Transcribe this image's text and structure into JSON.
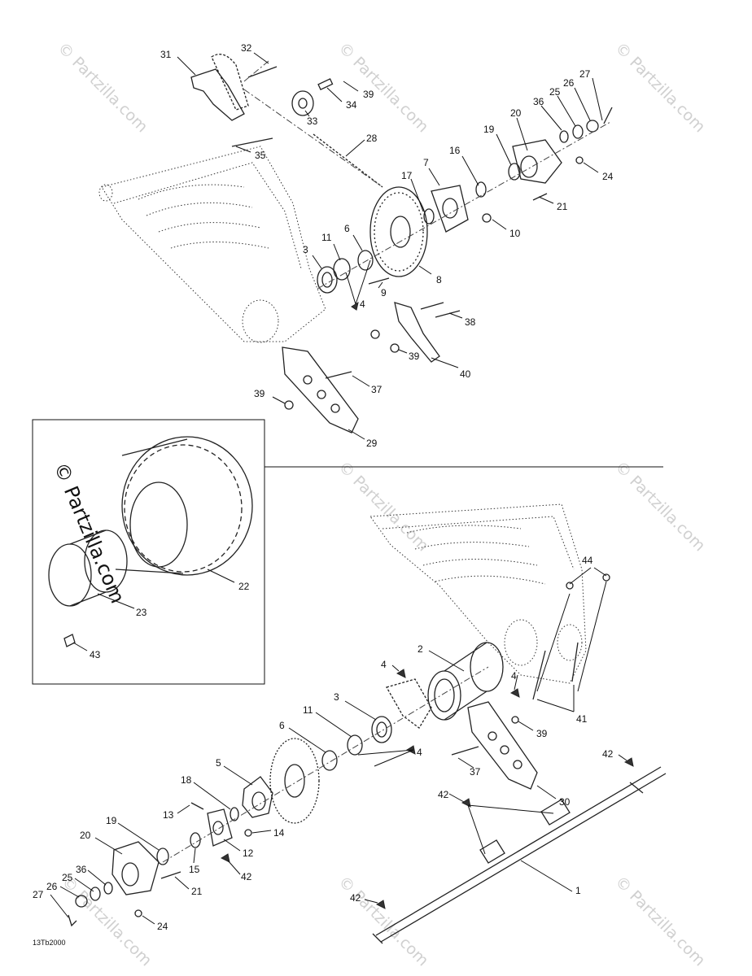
{
  "watermark": {
    "text": "© Partzilla.com",
    "inset_text": "© Partzilla.com"
  },
  "diagram_code": "13Tb2000",
  "callouts": {
    "top": [
      "31",
      "32",
      "39",
      "34",
      "33",
      "35",
      "28",
      "16",
      "7",
      "17",
      "10",
      "19",
      "20",
      "36",
      "25",
      "26",
      "27",
      "24",
      "21",
      "3",
      "11",
      "6",
      "8",
      "9",
      "4",
      "38",
      "39",
      "40",
      "37",
      "39",
      "29"
    ],
    "inset": [
      "22",
      "23",
      "43"
    ],
    "bottom": [
      "44",
      "2",
      "4",
      "4",
      "41",
      "3",
      "11",
      "4",
      "39",
      "6",
      "5",
      "18",
      "13",
      "14",
      "12",
      "19",
      "20",
      "15",
      "42",
      "36",
      "25",
      "26",
      "27",
      "21",
      "24",
      "37",
      "30",
      "42",
      "42",
      "1",
      "42"
    ]
  }
}
